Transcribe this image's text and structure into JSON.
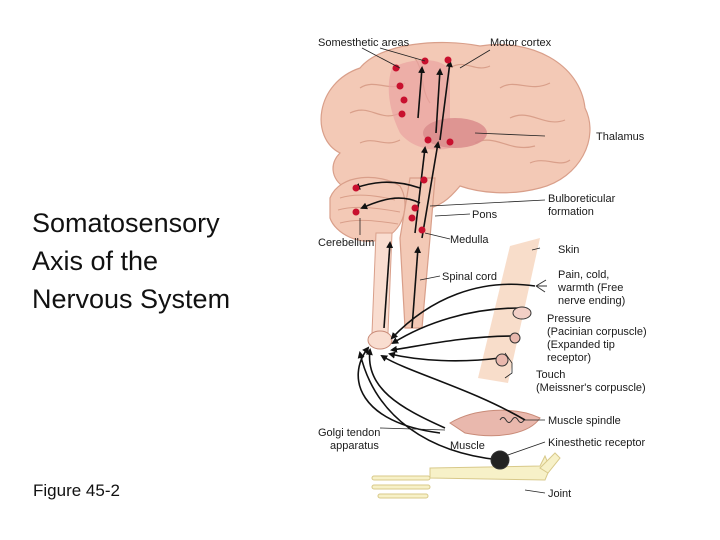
{
  "slide": {
    "title_lines": [
      "Somatosensory",
      "Axis of the",
      "Nervous System"
    ],
    "caption": "Figure 45-2"
  },
  "figure": {
    "labels": {
      "somesthetic": "Somesthetic areas",
      "motor": "Motor cortex",
      "thalamus": "Thalamus",
      "bulbo1": "Bulboreticular",
      "bulbo2": "formation",
      "pons": "Pons",
      "cerebellum": "Cerebellum",
      "medulla": "Medulla",
      "skin": "Skin",
      "spinal": "Spinal cord",
      "pain1": "Pain, cold,",
      "pain2": "warmth (Free",
      "pain3": "nerve ending)",
      "pressure1": "Pressure",
      "pressure2": "(Pacinian corpuscle)",
      "pressure3": "(Expanded tip",
      "pressure4": "receptor)",
      "touch1": "Touch",
      "touch2": "(Meissner's corpuscle)",
      "spindle": "Muscle spindle",
      "golgi1": "Golgi tendon",
      "golgi2": "apparatus",
      "muscle": "Muscle",
      "kinesthetic": "Kinesthetic receptor",
      "joint": "Joint"
    },
    "colors": {
      "brain": "#f3c9b6",
      "brain_fold": "#d99f8a",
      "cortex_zone": "#eaa3a1",
      "thalamus": "#d98c8c",
      "node": "#c8102e",
      "skin": "#f7d9c4",
      "muscle": "#e9b8ad",
      "bone": "#f7f1c8"
    }
  }
}
